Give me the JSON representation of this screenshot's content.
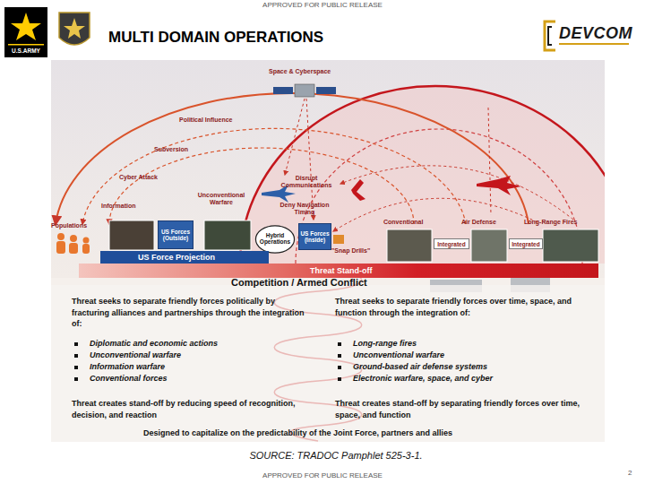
{
  "diagram": {
    "title": "MULTI DOMAIN OPERATIONS",
    "caption": "SOURCE: TRADOC Pamphlet 525-3-1.",
    "nodes": [
      {
        "text": [
          "US Forces (Outside)"
        ]
      },
      {
        "text": [
          "Hybrid Operations"
        ]
      },
      {
        "text": [
          "US Forces (Inside)"
        ]
      },
      {
        "text": [
          "Integrated"
        ]
      },
      {
        "text": [
          "Integrated"
        ]
      },
      {
        "text": [
          "US Force Projection"
        ]
      },
      {
        "text": [
          "Threat Stand-off"
        ]
      }
    ],
    "labels": [
      "APPROVED FOR PUBLIC RELEASE",
      "U.S.ARMY",
      "DEVCOM",
      "Space & Cyberspace",
      "Political Influence",
      "Subversion",
      "Cyber Attack",
      "Information",
      "Unconventional Warfare",
      "Disrupt Communications",
      "Deny Navigation Timing",
      "Populations",
      "Conventional",
      "Air Defense",
      "Long-Range Fires",
      "\"Snap Drills\"",
      "Competition / Armed Conflict",
      "Threat seeks to separate friendly forces politically by fracturing alliances and partnerships through the integration of:",
      "Diplomatic and economic actions",
      "Unconventional warfare",
      "Information warfare",
      "Conventional forces",
      "Threat creates stand-off by reducing speed of recognition, decision, and reaction",
      "Threat seeks to separate friendly forces over time, space, and function through the integration of:",
      "Long-range fires",
      "Unconventional warfare",
      "Ground-based air defense systems",
      "Electronic warfare, space, and cyber",
      "Threat creates stand-off by separating friendly forces over time, space, and function",
      "Designed to capitalize on the predictability of the Joint Force, partners and allies",
      "APPROVED FOR PUBLIC RELEASE",
      "2"
    ]
  }
}
